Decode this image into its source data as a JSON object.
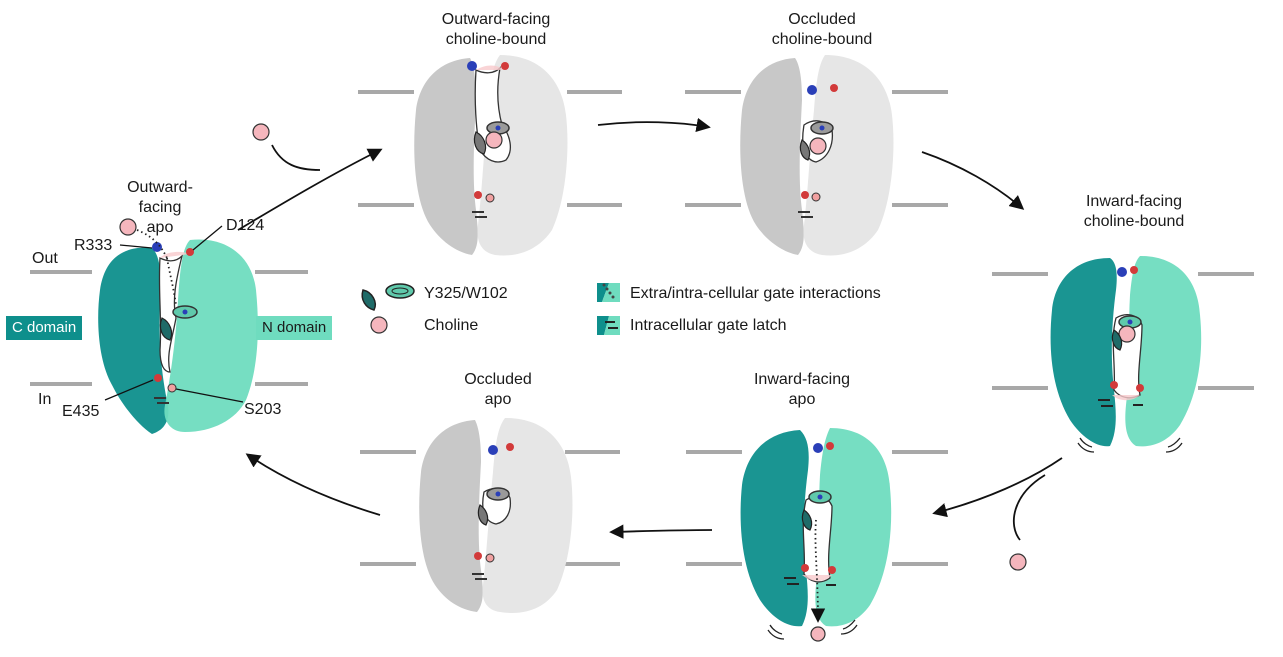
{
  "states": {
    "outward_apo": "Outward-facing\napo",
    "outward_bound": "Outward-facing\ncholine-bound",
    "occluded_bound": "Occluded\ncholine-bound",
    "inward_bound": "Inward-facing\ncholine-bound",
    "inward_apo": "Inward-facing\napo",
    "occluded_apo": "Occluded\napo"
  },
  "residues": {
    "r333": "R333",
    "d124": "D124",
    "e435": "E435",
    "s203": "S203"
  },
  "membrane": {
    "out": "Out",
    "in": "In"
  },
  "domains": {
    "c": "C domain",
    "n": "N domain"
  },
  "legend": {
    "gate_pair": "Y325/W102",
    "choline": "Choline",
    "gate_interactions": "Extra/intra-cellular gate interactions",
    "gate_latch": "Intracellular gate latch"
  },
  "colors": {
    "c_domain": "#0e8f8c",
    "n_domain": "#6fdcbf",
    "grey_dark": "#c8c8c8",
    "grey_light": "#e6e6e6",
    "membrane": "#a8a8a8",
    "choline": "#f5b6bd",
    "red_residue": "#d23a3a",
    "blue_residue": "#2a3fb8"
  }
}
